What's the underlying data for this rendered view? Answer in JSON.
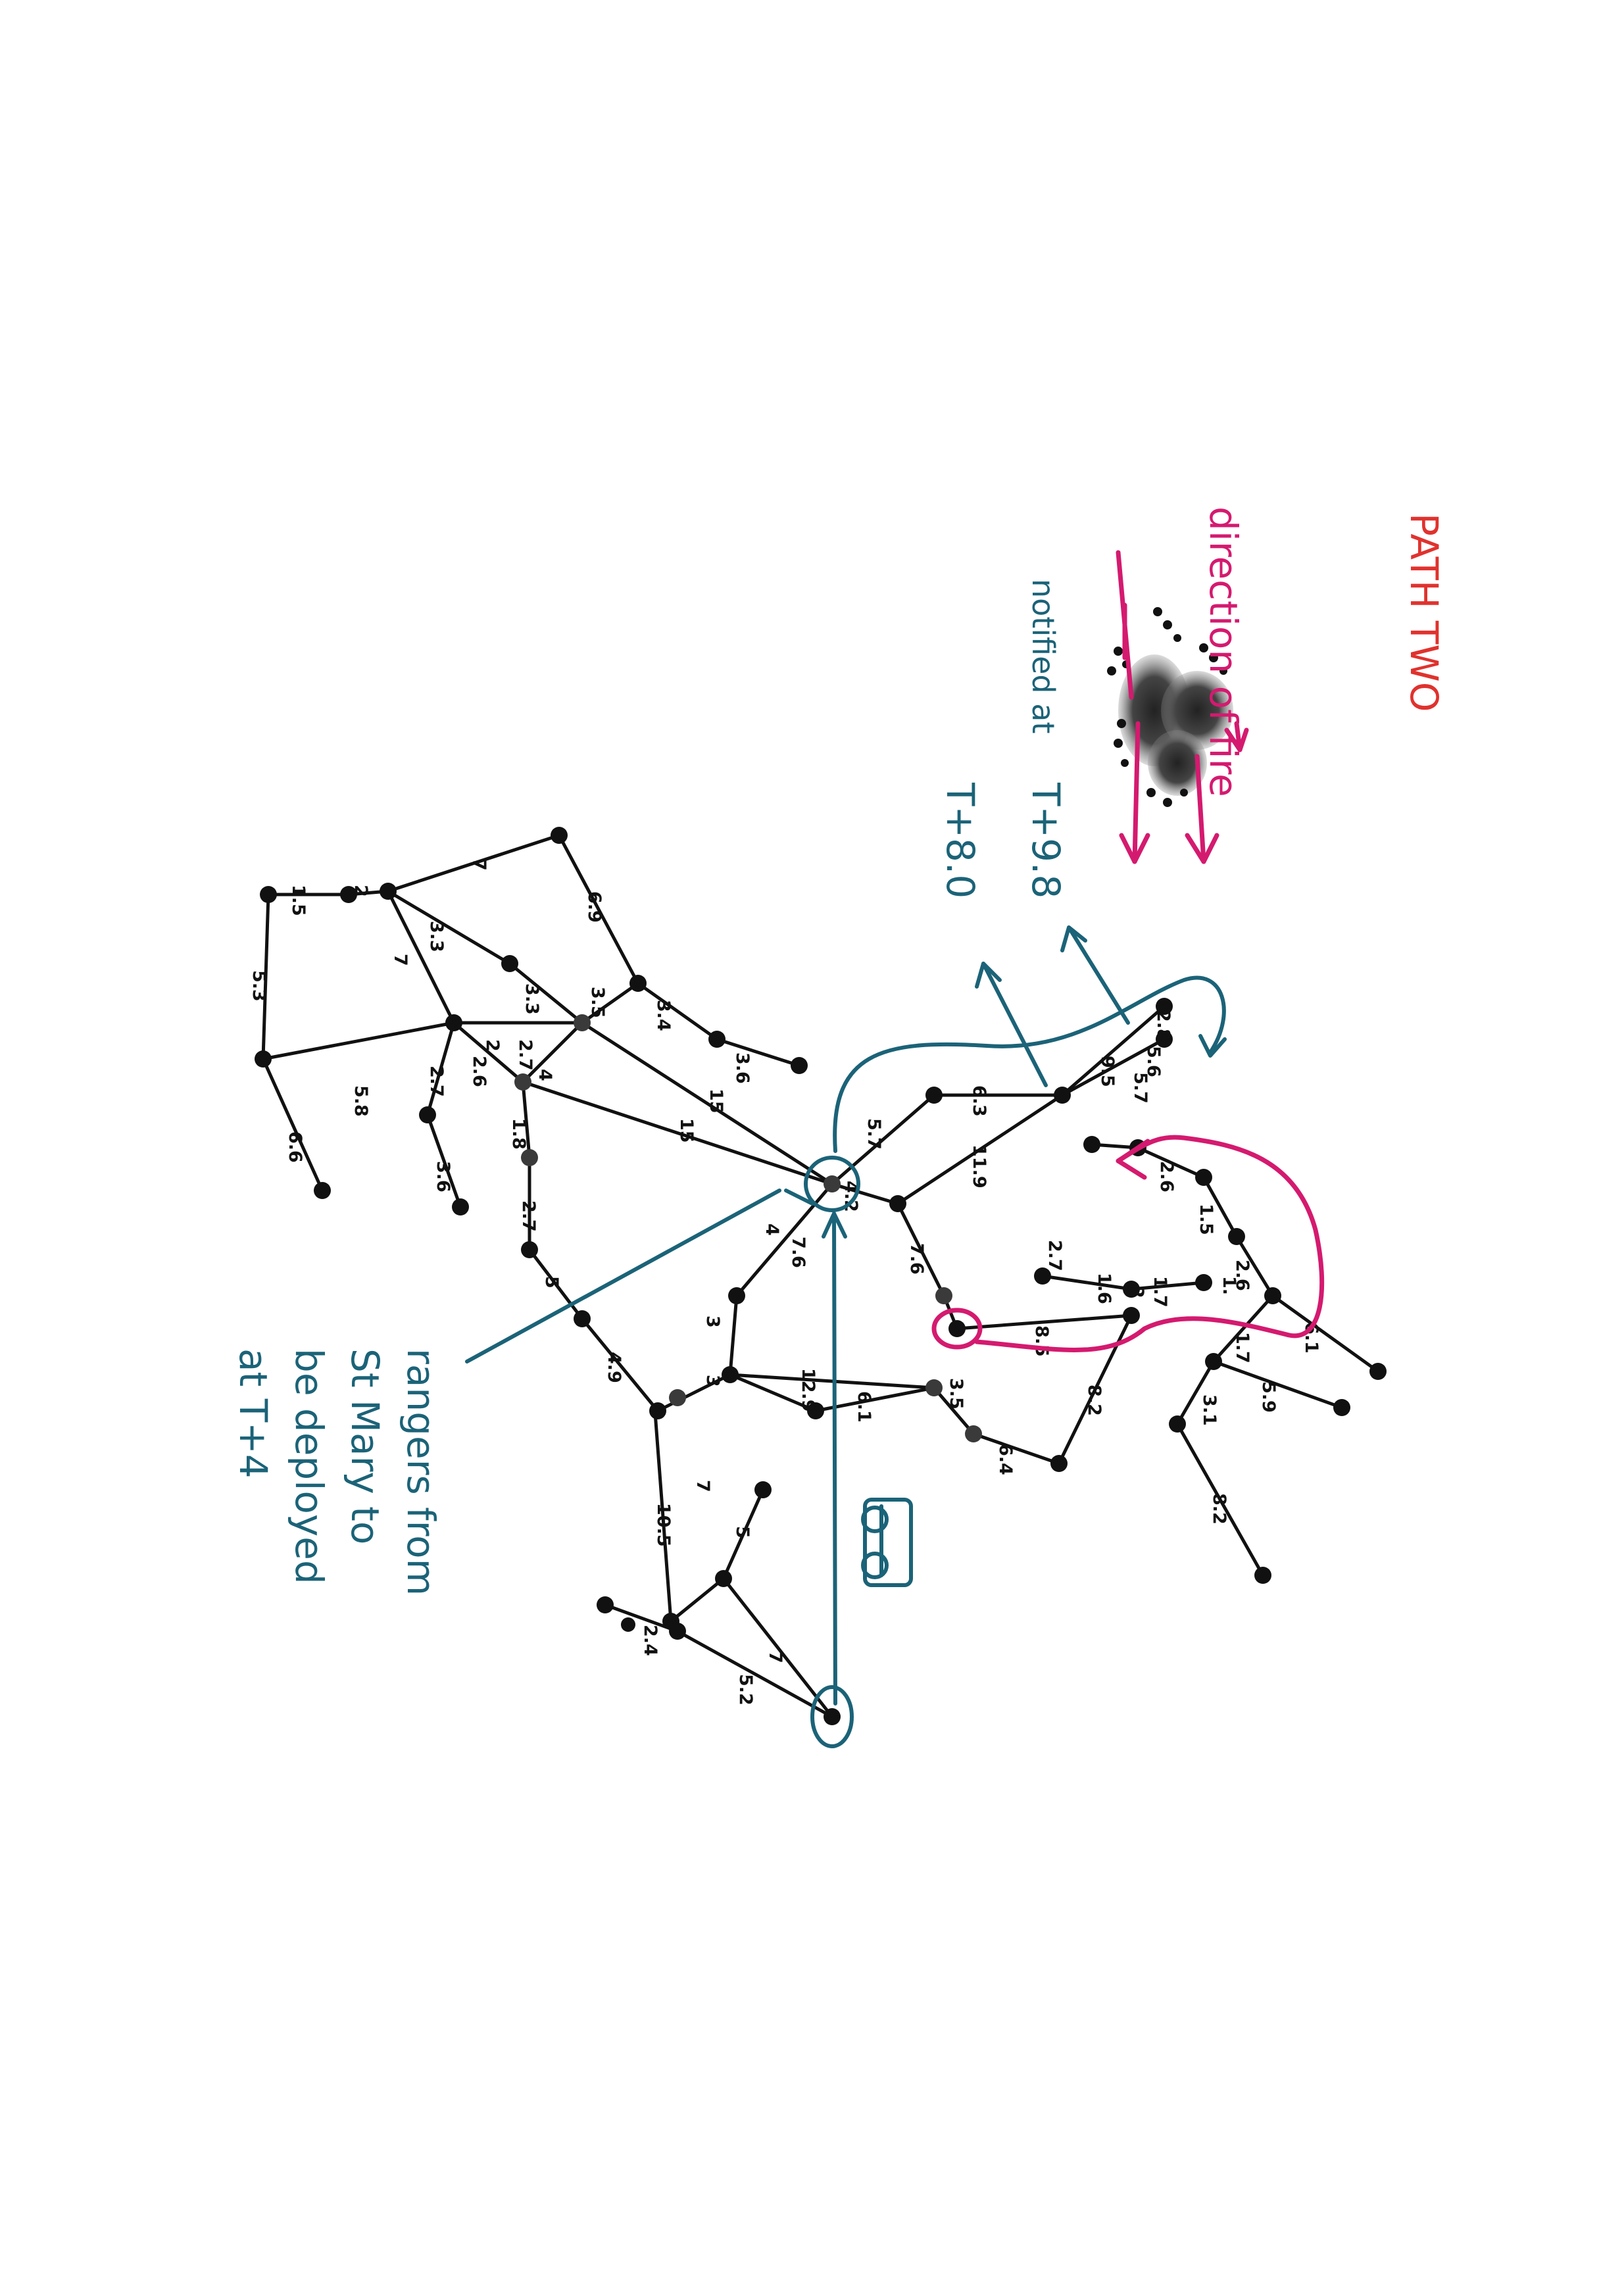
{
  "annotations": {
    "title": "PATH TWO",
    "direction": "direction of fire",
    "notified_label": "notified at",
    "notified_time": "T+9.8",
    "teal_time": "T+8.0",
    "rangers_line1": "rangers from",
    "rangers_line2": "St Mary to",
    "rangers_line3": "be deployed",
    "rangers_line4": "at T+4"
  },
  "weights": [
    "7",
    "6.9",
    "2",
    "1.5",
    "3.3",
    "3.3",
    "3.5",
    "3.4",
    "3.6",
    "5.3",
    "7",
    "2",
    "2.6",
    "2.7",
    "5.8",
    "6.6",
    "3.6",
    "15",
    "15",
    "4",
    "1.8",
    "2.7",
    "5",
    "4.9",
    "2.7",
    "4.2",
    "4",
    "7.6",
    "5.7",
    "6.3",
    "9.5",
    "5.6",
    "11.9",
    "2.8",
    "5.7",
    "7.6",
    "3",
    "3",
    "12.9",
    "6.1",
    "3.5",
    "6.4",
    "8.5",
    "8.2",
    "2.7",
    "1.6",
    "1.7",
    "2",
    "2.6",
    "1.5",
    "2.6",
    "1.",
    "6.1",
    "1.7",
    "5.9",
    "3.1",
    "8.2",
    "10.5",
    "7",
    "5",
    "7",
    "5.2",
    "2.4"
  ],
  "colors": {
    "teal": "#1b6378",
    "pink": "#d41a6f",
    "red": "#e0322e",
    "ink": "#111111"
  }
}
